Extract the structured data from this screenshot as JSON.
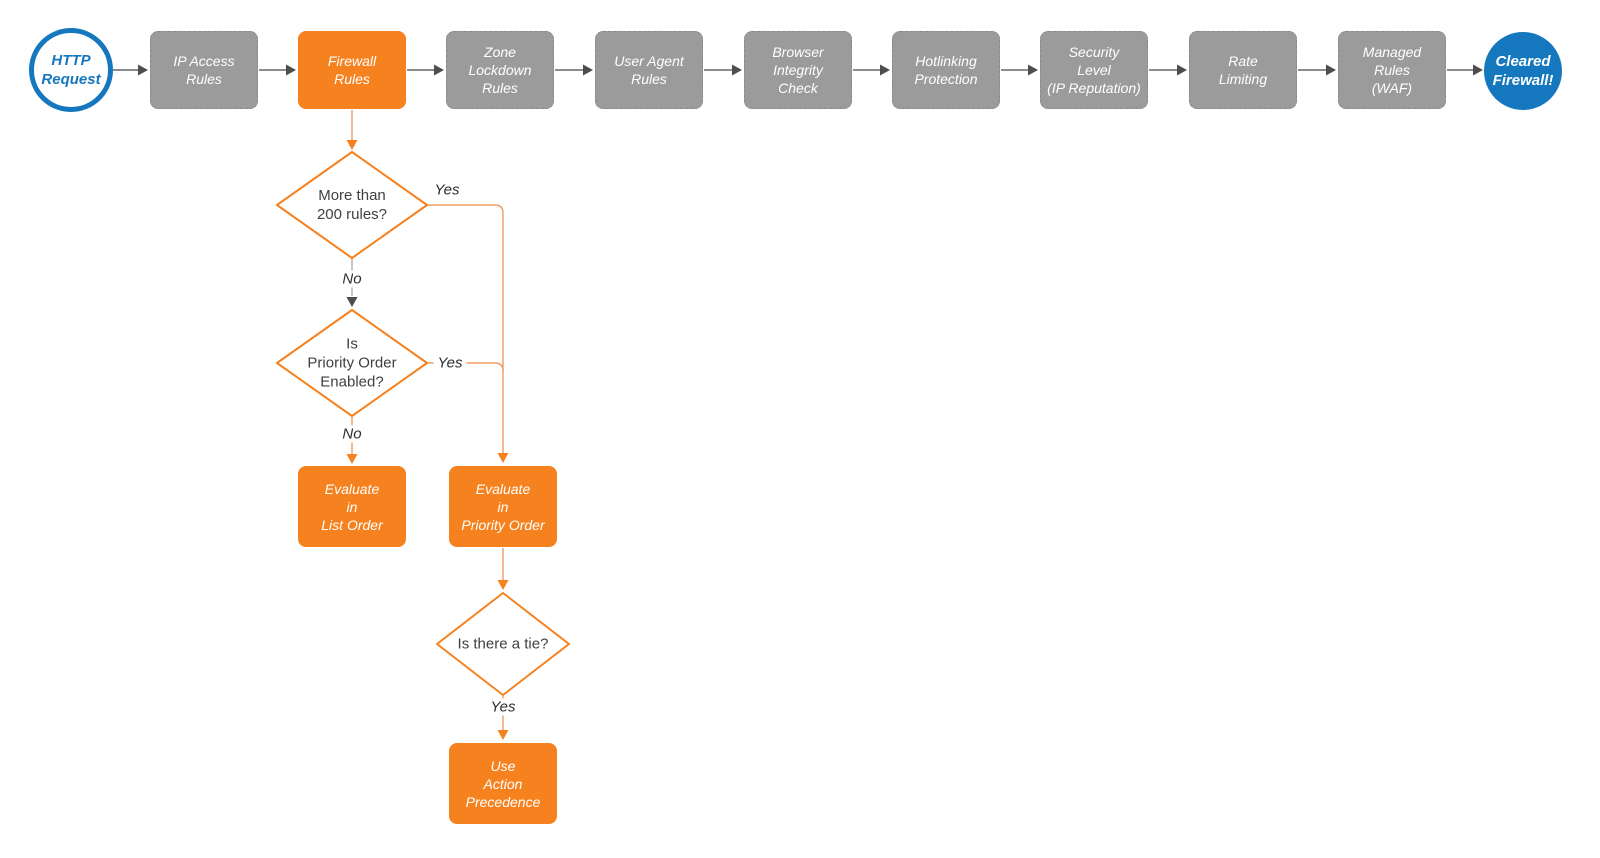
{
  "diagram": {
    "start": {
      "label": "HTTP\nRequest"
    },
    "end": {
      "label": "Cleared\nFirewall!"
    },
    "pipeline": [
      {
        "label": "IP Access\nRules",
        "highlight": false
      },
      {
        "label": "Firewall\nRules",
        "highlight": true
      },
      {
        "label": "Zone\nLockdown\nRules",
        "highlight": false
      },
      {
        "label": "User Agent\nRules",
        "highlight": false
      },
      {
        "label": "Browser\nIntegrity\nCheck",
        "highlight": false
      },
      {
        "label": "Hotlinking\nProtection",
        "highlight": false
      },
      {
        "label": "Security\nLevel\n(IP Reputation)",
        "highlight": false
      },
      {
        "label": "Rate\nLimiting",
        "highlight": false
      },
      {
        "label": "Managed\nRules\n(WAF)",
        "highlight": false
      }
    ],
    "decisions": [
      {
        "label": "More than\n200 rules?"
      },
      {
        "label": "Is\nPriority Order\nEnabled?"
      },
      {
        "label": "Is there a tie?"
      }
    ],
    "actions": [
      {
        "label": "Evaluate\nin\nList Order"
      },
      {
        "label": "Evaluate\nin\nPriority Order"
      },
      {
        "label": "Use\nAction\nPrecedence"
      }
    ],
    "edge_labels": {
      "d1_yes": "Yes",
      "d1_no": "No",
      "d2_yes": "Yes",
      "d2_no": "No",
      "d3_yes": "Yes"
    },
    "colors": {
      "accent_orange": "#F6821F",
      "line_orange": "#F09B63",
      "node_gray": "#9B9B9B",
      "line_gray": "#666666",
      "arrow_gray": "#4D4D4D",
      "brand_blue": "#1577BD"
    }
  }
}
